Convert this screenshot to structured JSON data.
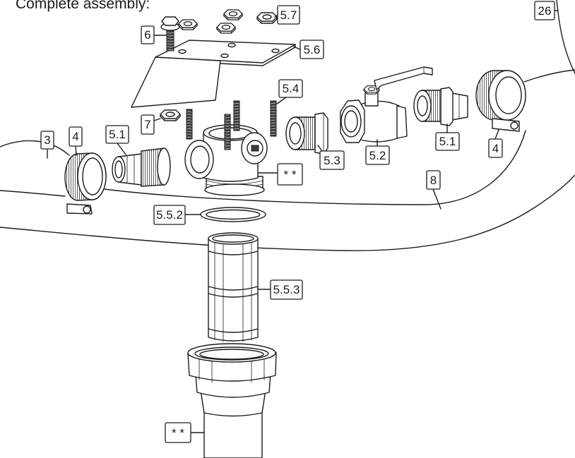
{
  "caption": "Complete assembly:",
  "callouts": {
    "part_26": "26",
    "part_6": "6",
    "part_5_7": "5.7",
    "part_5_6": "5.6",
    "part_5_4": "5.4",
    "part_7": "7",
    "part_3": "3",
    "part_4_left": "4",
    "part_5_1_left": "5.1",
    "part_5_3": "5.3",
    "part_5_2": "5.2",
    "part_5_1_right": "5.1",
    "part_4_right": "4",
    "part_8": "8",
    "note_body": "* *",
    "part_5_5_2": "5.5.2",
    "part_5_5_3": "5.5.3",
    "note_bowl": "* *"
  },
  "colors": {
    "line": "#1c1c1c",
    "fill": "#ffffff",
    "thread_dark": "#3b3b3b",
    "thread_light": "#b5b5b5"
  }
}
